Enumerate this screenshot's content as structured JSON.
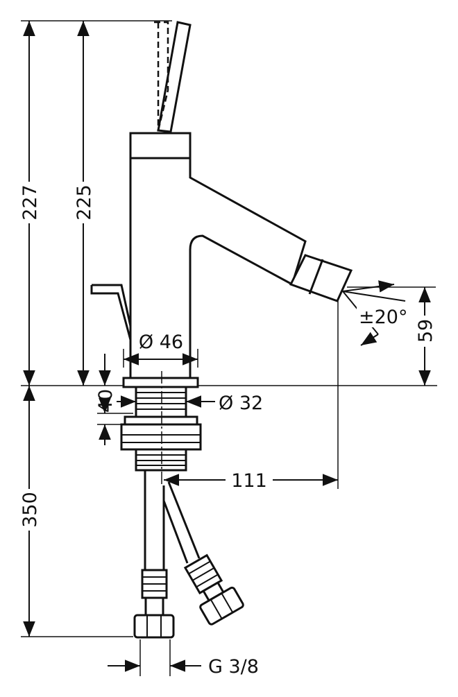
{
  "dimensions": {
    "total_height": "227",
    "lever_height": "225",
    "body_diameter": "Ø 46",
    "shank_diameter": "Ø 32",
    "counter_thickness": "40",
    "spout_offset": "59",
    "spray_angle": "±20°",
    "projection": "111",
    "hose_length": "350",
    "connection_thread": "G 3/8"
  },
  "colors": {
    "line": "#111111",
    "background": "#ffffff"
  }
}
